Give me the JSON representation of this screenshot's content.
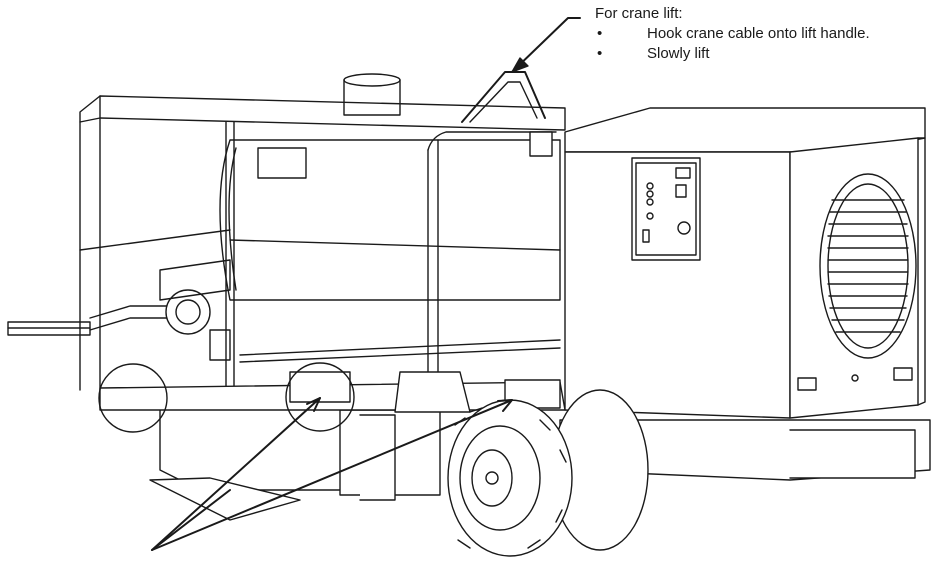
{
  "callout": {
    "title": "For crane lift:",
    "bullets": [
      "Hook crane cable onto lift handle.",
      "Slowly lift"
    ],
    "bullet_symbol": "•"
  },
  "figure": {
    "subject": "heater-on-trailer",
    "colors": {
      "line": "#1a1a1a",
      "fill": "#ffffff",
      "shade": "#d9d9d9"
    },
    "highlight_circles": 2,
    "arrows": 3
  }
}
